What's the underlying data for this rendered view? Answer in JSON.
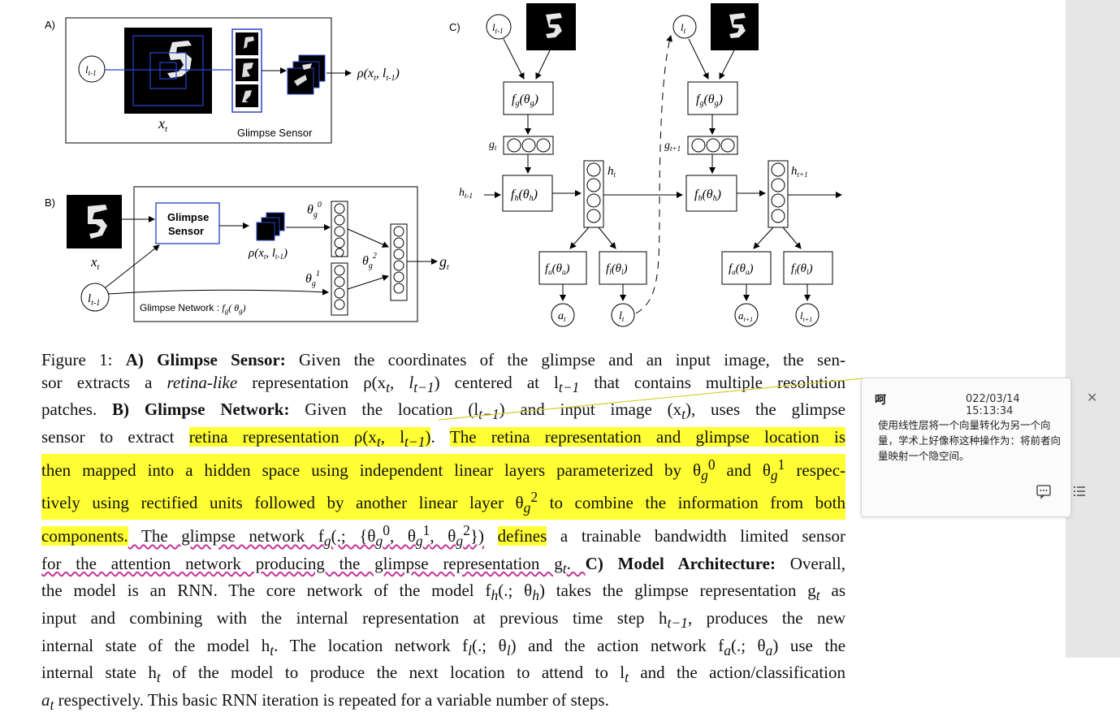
{
  "figure": {
    "panel_a": {
      "label": "A)",
      "l_prev": "l",
      "l_prev_sub": "t-1",
      "x_label": "x",
      "x_sub": "t",
      "rho": "ρ(x",
      "rho_sub1": "t",
      "rho_mid": ", l",
      "rho_sub2": "t-1",
      "rho_end": ")",
      "sensor_caption": "Glimpse Sensor"
    },
    "panel_b": {
      "label": "B)",
      "sensor_box": [
        "Glimpse",
        "Sensor"
      ],
      "x_label": "x",
      "x_sub": "t",
      "l_prev": "l",
      "l_prev_sub": "t-1",
      "rho": "ρ(x",
      "rho_sub1": "t",
      "rho_mid": ", l",
      "rho_sub2": "t-1",
      "rho_end": ")",
      "theta_g0": "θ",
      "theta_g0_sub": "g",
      "theta_g0_sup": "0",
      "theta_g1": "θ",
      "theta_g1_sub": "g",
      "theta_g1_sup": "1",
      "theta_g2": "θ",
      "theta_g2_sub": "g",
      "theta_g2_sup": "2",
      "g_out": "g",
      "g_out_sub": "t",
      "network_caption": "Glimpse Network : ",
      "network_fn": "f",
      "network_fn_sub": "g",
      "network_fn_arg": "( θ",
      "network_fn_arg_sub": "g",
      "network_fn_end": ")"
    },
    "panel_c": {
      "label": "C)",
      "fg": "f",
      "fg_sub": "g",
      "fg_arg": "(θ",
      "fg_arg_sub": "g",
      "fg_end": ")",
      "fh": "f",
      "fh_sub": "h",
      "fh_arg": "(θ",
      "fh_arg_sub": "h",
      "fh_end": ")",
      "fa": "f",
      "fa_sub": "a",
      "fa_arg": "(θ",
      "fa_arg_sub": "a",
      "fa_end": ")",
      "fl": "f",
      "fl_sub": "l",
      "fl_arg": "(θ",
      "fl_arg_sub": "l",
      "fl_end": ")",
      "l_prev": "l",
      "l_prev_sub": "t-1",
      "l_t": "l",
      "l_t_sub": "t",
      "l_next": "l",
      "l_next_sub": "t+1",
      "g_t": "g",
      "g_t_sub": "t",
      "g_next": "g",
      "g_next_sub": "t+1",
      "h_prev": "h",
      "h_prev_sub": "t-1",
      "h_t": "h",
      "h_t_sub": "t",
      "h_next": "h",
      "h_next_sub": "t+1",
      "a_t": "a",
      "a_t_sub": "t",
      "a_next": "a",
      "a_next_sub": "t+1"
    }
  },
  "caption": {
    "l1": {
      "a": "Figure 1: ",
      "b1": "A) Glimpse Sensor:",
      "c": " Given the coordinates of the glimpse and an input image, the sen-"
    },
    "l2": {
      "a": "sor extracts a ",
      "b": "retina-like",
      "c": " representation ρ(x",
      "d": "t",
      "e": ", l",
      "f": "t−1",
      "g": ") centered at l",
      "h": "t−1",
      "i": " that contains multiple resolution"
    },
    "l3": {
      "a": "patches. ",
      "b": "B) Glimpse Network:",
      "c": " Given the location (l",
      "d": "t−1",
      "e": ") and input image (x",
      "f": "t",
      "g": "), uses the glimpse"
    },
    "l4": {
      "a": "sensor to extract ",
      "b": "retina representation ρ(x",
      "c": "t",
      "d": ", l",
      "e": "t−1",
      "f": ")",
      "g": ". ",
      "h": "The retina representation and glimpse location is"
    },
    "l5": {
      "a": "then mapped into a hidden space using independent linear layers parameterized by θ",
      "b": "g",
      "c": "0",
      "d": " and θ",
      "e": "g",
      "f": "1",
      "g": " respec-"
    },
    "l6": {
      "a": "tively using rectified units followed by another linear layer θ",
      "b": "g",
      "c": "2",
      "d": " to combine the information from both"
    },
    "l7": {
      "a": "components.",
      "b": " The glimpse network f",
      "c": "g",
      "d": "(.; {θ",
      "e": "g",
      "f": "0",
      "g": ", θ",
      "h": "g",
      "i": "1",
      "j": ", θ",
      "k": "g",
      "l": "2",
      "m": "})",
      "n": " ",
      "o": "defines",
      "p": " a trainable bandwidth limited sensor"
    },
    "l8": {
      "a": "for the attention network producing the glimpse representation g",
      "b": "t",
      "c": ". ",
      "d": "C) Model Architecture:",
      "e": " Overall,"
    },
    "l9": {
      "a": "the model is an RNN. The core network of the model f",
      "b": "h",
      "c": "(.; θ",
      "d": "h",
      "e": ") takes the glimpse representation g",
      "f": "t",
      "g": " as"
    },
    "l10": {
      "a": "input and combining with the internal representation at previous time step h",
      "b": "t−1",
      "c": ", produces the new"
    },
    "l11": {
      "a": "internal state of the model h",
      "b": "t",
      "c": ". The location network f",
      "d": "l",
      "e": "(.; θ",
      "f": "l",
      "g": ") and the action network f",
      "h": "a",
      "i": "(.; θ",
      "j": "a",
      "k": ") use the"
    },
    "l12": {
      "a": "internal state h",
      "b": "t",
      "c": " of the model to produce the next location to attend to l",
      "d": "t",
      "e": " and the action/classification"
    },
    "l13": {
      "a": "a",
      "b": "t",
      "c": " respectively. This basic RNN iteration is repeated for a variable number of steps."
    }
  },
  "comment": {
    "author": "呵",
    "timestamp": "022/03/14 15:13:34",
    "close_glyph": "✕",
    "text": "使用线性层将一个向量转化为另一个向量，学术上好像称这种操作为：将前者向量映射一个隐空间。",
    "reply_icon": "comment-reply-icon",
    "menu_icon": "list-menu-icon"
  },
  "colors": {
    "highlight": "#ffff33",
    "sensor_blue": "#1f3fbf",
    "gutter": "#e6e6e6",
    "connector": "#d9cc2a"
  }
}
